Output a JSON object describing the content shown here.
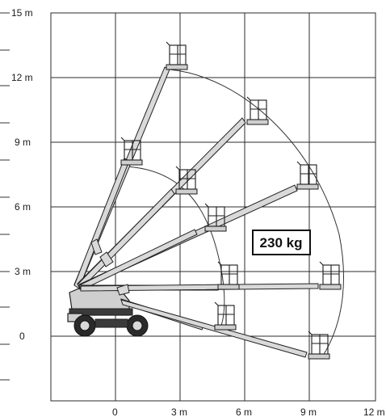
{
  "y_axis": {
    "labels": [
      "15 m",
      "12 m",
      "9 m",
      "6 m",
      "3 m",
      "0"
    ]
  },
  "x_axis": {
    "labels": [
      "0",
      "3 m",
      "6 m",
      "9 m",
      "12 m"
    ]
  },
  "load_capacity": "230 kg",
  "colors": {
    "grid": "#2b2b2b",
    "boom_fill": "#d9d9d9",
    "outline": "#222222",
    "background": "#ffffff"
  },
  "icons": {
    "basket": "platform-basket-icon",
    "machine": "boom-lift-machine-icon"
  }
}
